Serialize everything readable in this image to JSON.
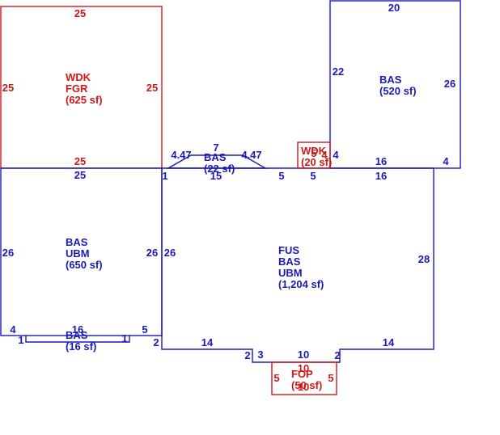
{
  "colors": {
    "blue": "#1a1ab8",
    "red": "#d01818"
  },
  "areas": [
    {
      "id": "wdk_fgr",
      "color": "red",
      "lines": [
        "WDK",
        "FGR",
        "(625 sf)"
      ]
    },
    {
      "id": "bas_top_right",
      "color": "blue",
      "lines": [
        "BAS",
        "(520 sf)"
      ]
    },
    {
      "id": "bas_small",
      "color": "blue",
      "lines": [
        "BAS",
        "(22 sf)"
      ]
    },
    {
      "id": "wdk_small",
      "color": "red",
      "lines": [
        "WDK",
        "(20 sf)"
      ]
    },
    {
      "id": "bas_ubm",
      "color": "blue",
      "lines": [
        "BAS",
        "UBM",
        "(650 sf)"
      ]
    },
    {
      "id": "fus_bas_ubm",
      "color": "blue",
      "lines": [
        "FUS",
        "BAS",
        "UBM",
        "(1,204 sf)"
      ]
    },
    {
      "id": "bas_16",
      "color": "blue",
      "lines": [
        "BAS",
        "(16 sf)"
      ]
    },
    {
      "id": "fop",
      "color": "red",
      "lines": [
        "FOP",
        "(50 sf)"
      ]
    }
  ],
  "dimensions": [
    {
      "id": "wdk_top",
      "color": "red",
      "text": "25"
    },
    {
      "id": "wdk_left",
      "color": "red",
      "text": "25"
    },
    {
      "id": "wdk_right",
      "color": "red",
      "text": "25"
    },
    {
      "id": "wdk_bottom",
      "color": "red",
      "text": "25"
    },
    {
      "id": "bas_tr_top",
      "color": "blue",
      "text": "20"
    },
    {
      "id": "bas_tr_left",
      "color": "blue",
      "text": "22"
    },
    {
      "id": "bas_tr_right",
      "color": "blue",
      "text": "26"
    },
    {
      "id": "bas_tr_bottom",
      "color": "blue",
      "text": "16"
    },
    {
      "id": "bas_tr_corner",
      "color": "blue",
      "text": "4"
    },
    {
      "id": "bas_tr_inner",
      "color": "blue",
      "text": "4"
    },
    {
      "id": "bas_ubm_top",
      "color": "blue",
      "text": "25"
    },
    {
      "id": "bas_ubm_left",
      "color": "blue",
      "text": "26"
    },
    {
      "id": "bas_ubm_right",
      "color": "blue",
      "text": "26"
    },
    {
      "id": "bas_ubm_b4",
      "color": "blue",
      "text": "4"
    },
    {
      "id": "bas_ubm_b5",
      "color": "blue",
      "text": "5"
    },
    {
      "id": "bas_16_top",
      "color": "blue",
      "text": "16"
    },
    {
      "id": "bas_16_l1",
      "color": "blue",
      "text": "1"
    },
    {
      "id": "bas_16_r1",
      "color": "blue",
      "text": "1"
    },
    {
      "id": "bay_447_left",
      "color": "blue",
      "text": "4.47"
    },
    {
      "id": "bay_7",
      "color": "blue",
      "text": "7"
    },
    {
      "id": "bay_447_right",
      "color": "blue",
      "text": "4.47"
    },
    {
      "id": "bay_15",
      "color": "blue",
      "text": "15"
    },
    {
      "id": "fus_1",
      "color": "blue",
      "text": "1"
    },
    {
      "id": "fus_5a",
      "color": "blue",
      "text": "5"
    },
    {
      "id": "fus_5b",
      "color": "blue",
      "text": "5"
    },
    {
      "id": "fus_16",
      "color": "blue",
      "text": "16"
    },
    {
      "id": "fus_left",
      "color": "blue",
      "text": "26"
    },
    {
      "id": "fus_right",
      "color": "blue",
      "text": "28"
    },
    {
      "id": "fus_b14_left",
      "color": "blue",
      "text": "14"
    },
    {
      "id": "fus_b14_right",
      "color": "blue",
      "text": "14"
    },
    {
      "id": "fus_b2_outer",
      "color": "blue",
      "text": "2"
    },
    {
      "id": "fus_b2_left",
      "color": "blue",
      "text": "2"
    },
    {
      "id": "fus_b3",
      "color": "blue",
      "text": "3"
    },
    {
      "id": "fus_b10",
      "color": "blue",
      "text": "10"
    },
    {
      "id": "fus_b2_right",
      "color": "blue",
      "text": "2"
    },
    {
      "id": "wdk_s_5",
      "color": "red",
      "text": "5"
    },
    {
      "id": "wdk_s_4",
      "color": "red",
      "text": "4"
    },
    {
      "id": "fop_10_top",
      "color": "red",
      "text": "10"
    },
    {
      "id": "fop_5_left",
      "color": "red",
      "text": "5"
    },
    {
      "id": "fop_5_right",
      "color": "red",
      "text": "5"
    },
    {
      "id": "fop_10_bottom",
      "color": "red",
      "text": "10"
    }
  ]
}
